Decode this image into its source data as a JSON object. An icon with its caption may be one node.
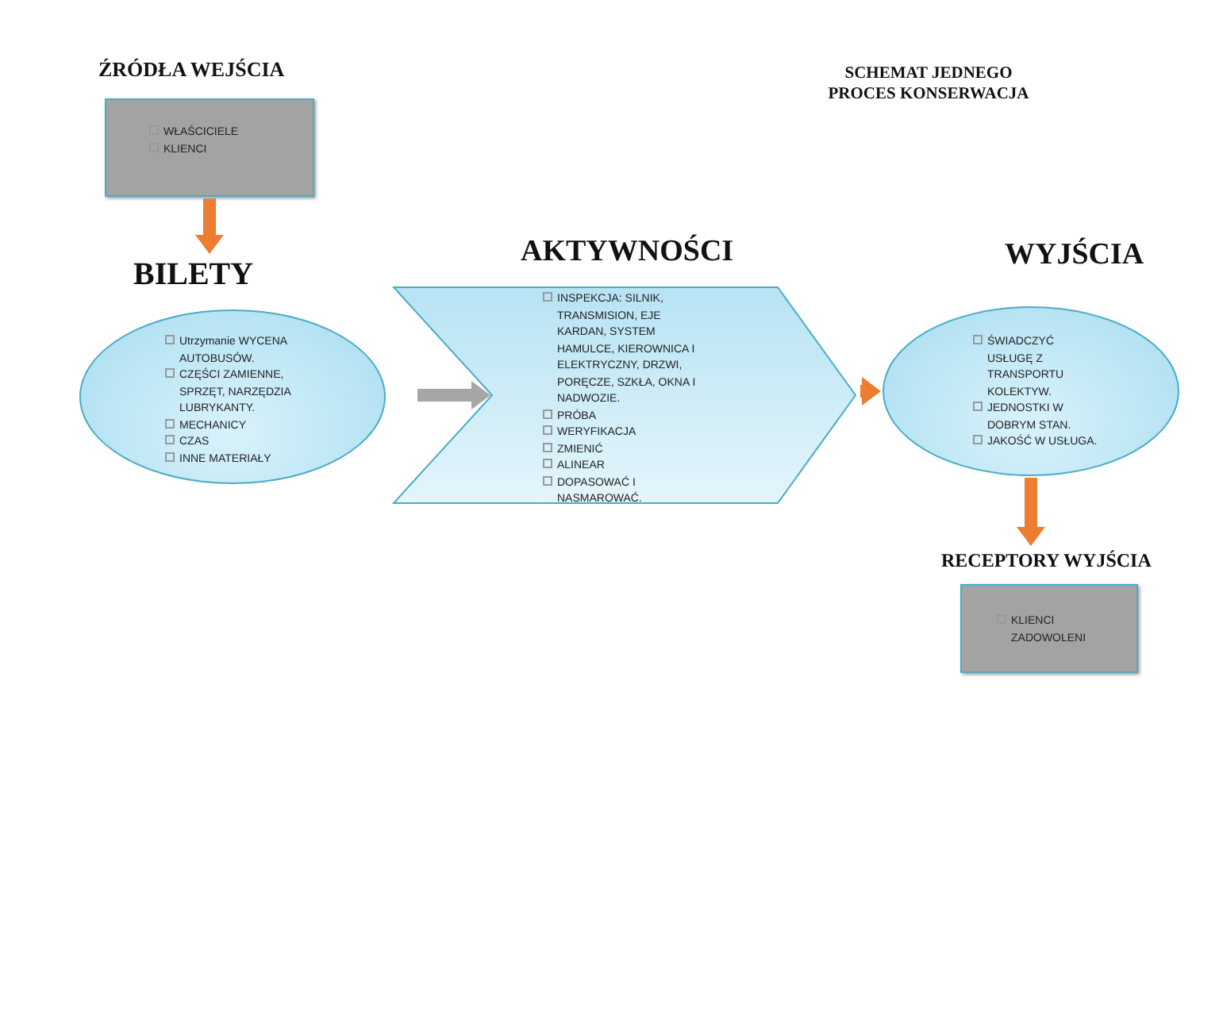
{
  "diagram": {
    "title": "SCHEMAT JEDNEGO PROCES KONSERWACJA",
    "nodes": [
      {
        "text": [
          "ŹRÓDŁA WEJŚCIA",
          "WŁAŚCICIELE",
          "KLIENCI"
        ]
      },
      {
        "text": [
          "BILETY",
          "Utrzymanie WYCENA AUTOBUSÓW.",
          "CZĘŚCI ZAMIENNE, SPRZĘT, NARZĘDZIA LUBRYKANTY.",
          "MECHANICY",
          "CZAS",
          "INNE MATERIAŁY"
        ]
      },
      {
        "text": [
          "AKTYWNOŚCI",
          "INSPEKCJA: SILNIK, TRANSMISION, EJE KARDAN, SYSTEM HAMULCE, KIEROWNICA I ELEKTRYCZNY, DRZWI, PORĘCZE, SZKŁA, OKNA I NADWOZIE.",
          "PRÓBA",
          "WERYFIKACJA",
          "ZMIENIĆ",
          "ALINEAR",
          "DOPASOWAĆ I NASMAROWAĆ."
        ]
      },
      {
        "text": [
          "WYJŚCIA",
          "ŚWIADCZYĆ USŁUGĘ Z TRANSPORTU KOLEKTYW.",
          "JEDNOSTKI W DOBRYM STAN.",
          "JAKOŚĆ W USŁUGA."
        ]
      },
      {
        "text": [
          "RECEPTORY WYJŚCIA",
          "KLIENCI ZADOWOLENI"
        ]
      }
    ],
    "edges": [
      {
        "from": 0,
        "to": 1,
        "arrow": "to"
      },
      {
        "from": 1,
        "to": 2,
        "arrow": "to",
        "color": "#a6a6a6"
      },
      {
        "from": 2,
        "to": 3,
        "arrow": "to"
      },
      {
        "from": 3,
        "to": 4,
        "arrow": "to"
      }
    ]
  }
}
